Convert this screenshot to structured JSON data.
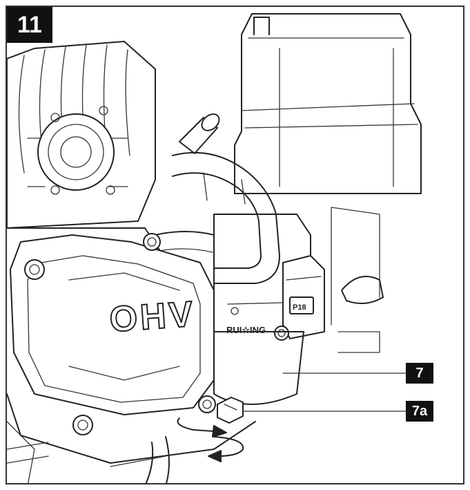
{
  "figure": {
    "number": "11"
  },
  "callouts": [
    {
      "id": "7",
      "label": "7"
    },
    {
      "id": "7a",
      "label": "7a"
    }
  ],
  "engraving": {
    "cover_text": "OHV",
    "part_code": "P18",
    "plate_text": "RUI☆ING"
  },
  "colors": {
    "ink": "#222222",
    "label_bg": "#111111",
    "label_fg": "#ffffff",
    "background": "#ffffff"
  },
  "icons": [
    "rotation-arrow-icon"
  ]
}
